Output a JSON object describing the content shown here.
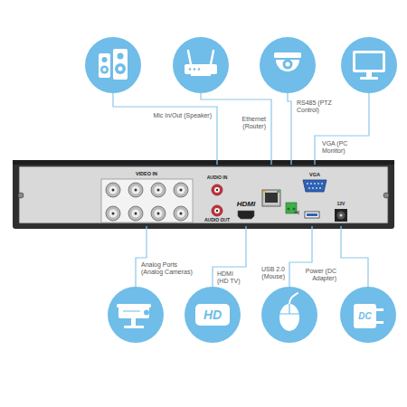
{
  "diagram": {
    "nodes": [
      {
        "text": [
          "Mic In/Out (Speaker)"
        ]
      },
      {
        "text": [
          "Ethernet (Router)"
        ]
      },
      {
        "text": [
          "RS485 (PTZ Control)"
        ]
      },
      {
        "text": [
          "VGA (PC Monitor)"
        ]
      },
      {
        "text": [
          "VIDEO IN",
          "AUDIO IN",
          "AUDIO OUT",
          "HDMI",
          "VGA",
          "12V"
        ]
      },
      {
        "text": [
          "Analog Ports (Analog Cameras)"
        ]
      },
      {
        "text": [
          "HDMI (HD TV)",
          "HD"
        ]
      },
      {
        "text": [
          "USB 2.0 (Mouse)"
        ]
      },
      {
        "text": [
          "Power (DC Adapter)",
          "DC"
        ]
      }
    ],
    "edges": [
      {
        "from": 0,
        "to": 4,
        "arrow": "none"
      },
      {
        "from": 1,
        "to": 4,
        "arrow": "none"
      },
      {
        "from": 2,
        "to": 4,
        "arrow": "none"
      },
      {
        "from": 3,
        "to": 4,
        "arrow": "none"
      },
      {
        "from": 4,
        "to": 5,
        "arrow": "none"
      },
      {
        "from": 4,
        "to": 6,
        "arrow": "none"
      },
      {
        "from": 4,
        "to": 7,
        "arrow": "none"
      },
      {
        "from": 4,
        "to": 8,
        "arrow": "none"
      }
    ]
  }
}
